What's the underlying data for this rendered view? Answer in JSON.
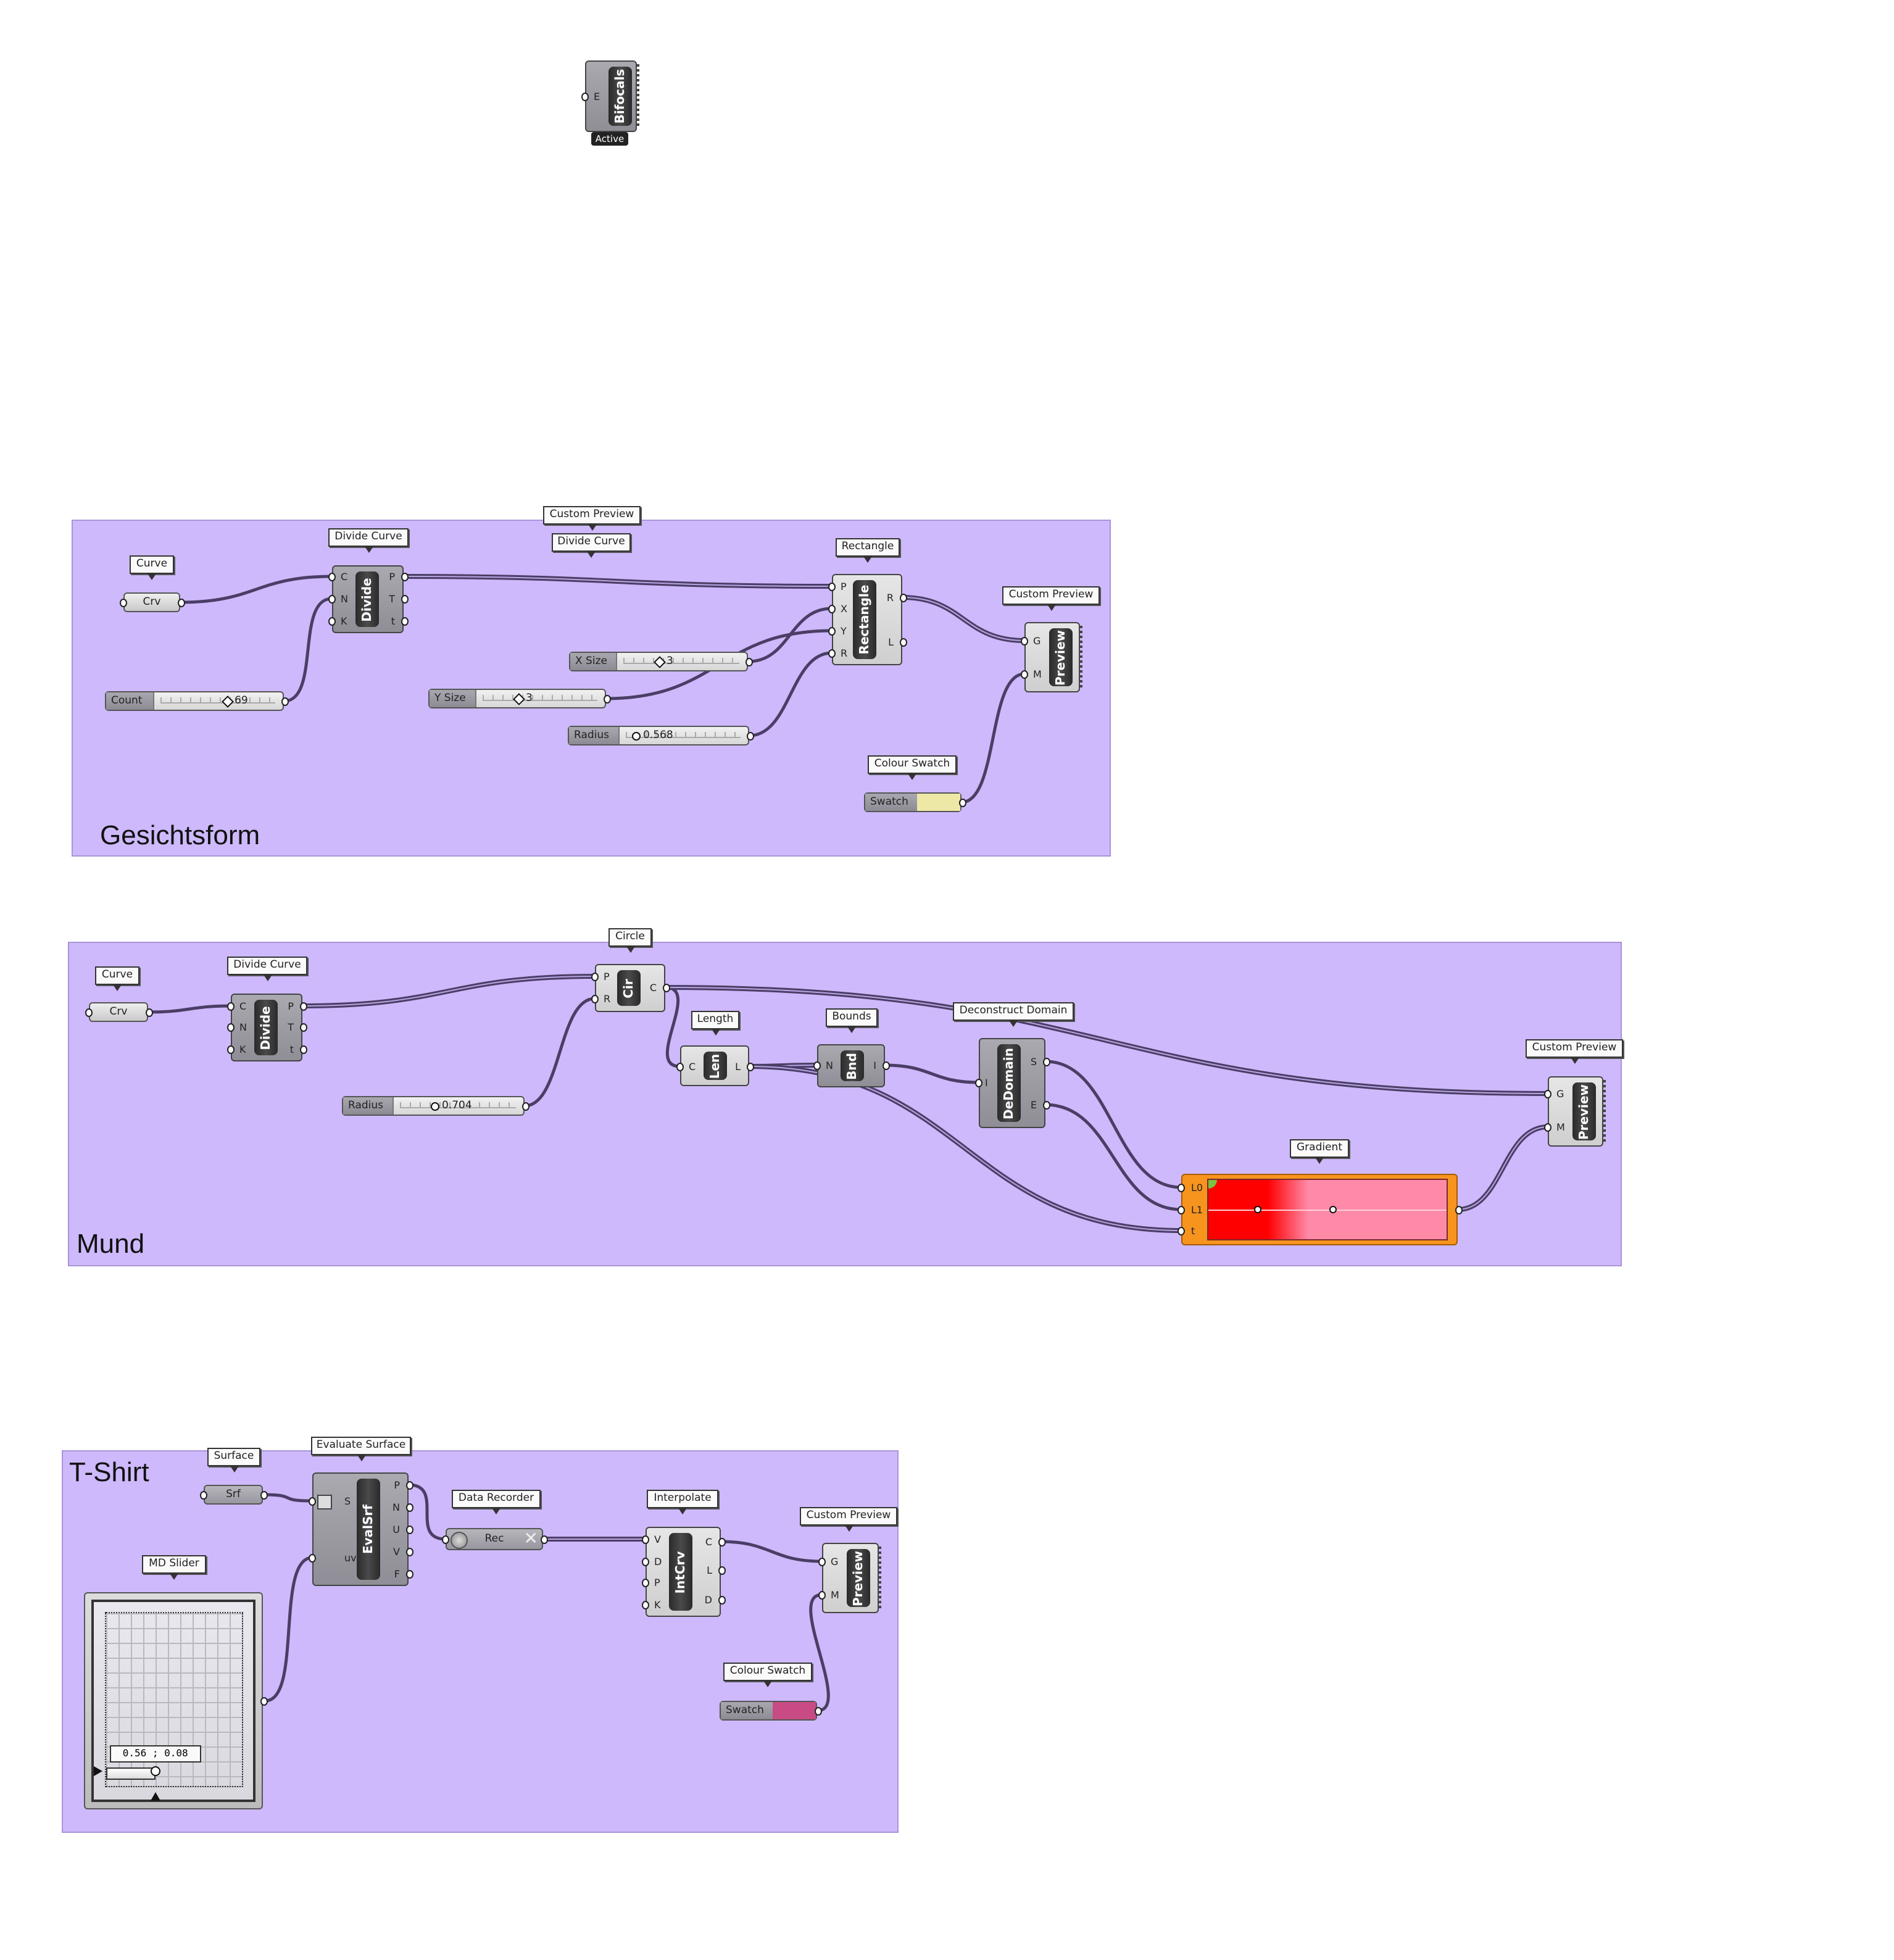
{
  "canvas": {
    "background": "#ffffff",
    "group_color": "#cdb9fb",
    "wire_color": "#4b3e66"
  },
  "bifocals": {
    "nick": "Bifocals",
    "inputs": [
      "E"
    ],
    "status": "Active"
  },
  "gesichtsform": {
    "title": "Gesichtsform",
    "curve": {
      "tooltip": "Curve",
      "nick": "Crv"
    },
    "divide": {
      "tooltip": "Divide Curve",
      "nick": "Divide",
      "inputs": [
        "C",
        "N",
        "K"
      ],
      "outputs": [
        "P",
        "T",
        "t"
      ]
    },
    "stacked_tooltips": [
      "Divide Curve",
      "Custom Preview"
    ],
    "rectangle": {
      "tooltip": "Rectangle",
      "nick": "Rectangle",
      "inputs": [
        "P",
        "X",
        "Y",
        "R"
      ],
      "outputs": [
        "R",
        "L"
      ]
    },
    "preview": {
      "tooltip": "Custom Preview",
      "nick": "Preview",
      "inputs": [
        "G",
        "M"
      ]
    },
    "count": {
      "label": "Count",
      "value": "69"
    },
    "x_size": {
      "label": "X Size",
      "value": "3"
    },
    "y_size": {
      "label": "Y Size",
      "value": "3"
    },
    "radius": {
      "label": "Radius",
      "value": "0.568"
    },
    "swatch": {
      "tooltip": "Colour Swatch",
      "label": "Swatch",
      "color": "#ede8a6"
    }
  },
  "mund": {
    "title": "Mund",
    "curve": {
      "tooltip": "Curve",
      "nick": "Crv"
    },
    "divide": {
      "tooltip": "Divide Curve",
      "nick": "Divide",
      "inputs": [
        "C",
        "N",
        "K"
      ],
      "outputs": [
        "P",
        "T",
        "t"
      ]
    },
    "circle": {
      "tooltip": "Circle",
      "nick": "Cir",
      "inputs": [
        "P",
        "R"
      ],
      "outputs": [
        "C"
      ]
    },
    "radius": {
      "label": "Radius",
      "value": "0.704"
    },
    "length": {
      "tooltip": "Length",
      "nick": "Len",
      "inputs": [
        "C"
      ],
      "outputs": [
        "L"
      ]
    },
    "bounds": {
      "tooltip": "Bounds",
      "nick": "Bnd",
      "inputs": [
        "N"
      ],
      "outputs": [
        "I"
      ]
    },
    "dedomain": {
      "tooltip": "Deconstruct Domain",
      "nick": "DeDomain",
      "inputs": [
        "I"
      ],
      "outputs": [
        "S",
        "E"
      ]
    },
    "preview": {
      "tooltip": "Custom Preview",
      "nick": "Preview",
      "inputs": [
        "G",
        "M"
      ]
    },
    "gradient": {
      "tooltip": "Gradient",
      "inputs": [
        "L0",
        "L1",
        "t"
      ],
      "colors": [
        "#ff0000",
        "#ff8aa8"
      ]
    }
  },
  "tshirt": {
    "title": "T-Shirt",
    "surface": {
      "tooltip": "Surface",
      "nick": "Srf"
    },
    "evalsrf": {
      "tooltip": "Evaluate Surface",
      "nick": "EvalSrf",
      "inputs": [
        "S",
        "uv"
      ],
      "outputs": [
        "P",
        "N",
        "U",
        "V",
        "F"
      ]
    },
    "recorder": {
      "tooltip": "Data Recorder",
      "nick": "Rec"
    },
    "interpolate": {
      "tooltip": "Interpolate",
      "nick": "IntCrv",
      "inputs": [
        "V",
        "D",
        "P",
        "K"
      ],
      "outputs": [
        "C",
        "L",
        "D"
      ]
    },
    "preview": {
      "tooltip": "Custom Preview",
      "nick": "Preview",
      "inputs": [
        "G",
        "M"
      ]
    },
    "md_slider": {
      "tooltip": "MD Slider",
      "value": "0.56 ; 0.08",
      "u": 0.56,
      "v": 0.08
    },
    "swatch": {
      "tooltip": "Colour Swatch",
      "label": "Swatch",
      "color": "#c84b85"
    }
  }
}
